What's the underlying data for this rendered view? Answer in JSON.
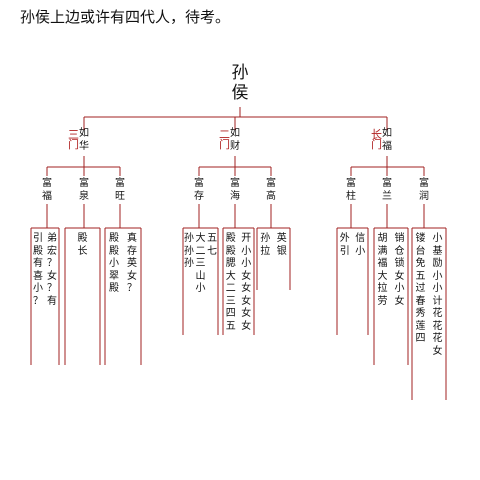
{
  "note": "孙侯上边或许有四代人，待考。",
  "root": [
    "孙",
    "侯"
  ],
  "branches": [
    {
      "mark": [
        "三",
        "门"
      ],
      "name": [
        "如",
        "华"
      ],
      "children": [
        {
          "name": [
            "富",
            "福"
          ],
          "cols": [
            [
              "引",
              "殿",
              "有",
              "喜",
              "小",
              "？"
            ],
            [
              "弟",
              "宏",
              "？",
              "女",
              "？",
              "有"
            ]
          ]
        },
        {
          "name": [
            "富",
            "泉"
          ],
          "cols": [
            [
              "殿",
              "长"
            ]
          ]
        },
        {
          "name": [
            "富",
            "旺"
          ],
          "cols": [
            [
              "殿",
              "殿",
              "小",
              "翠",
              "殿"
            ],
            [
              "真",
              "存",
              "英",
              "女",
              "？"
            ]
          ]
        }
      ]
    },
    {
      "mark": [
        "二",
        "门"
      ],
      "name": [
        "如",
        "财"
      ],
      "children": [
        {
          "name": [
            "富",
            "存"
          ],
          "cols": [
            [
              "孙",
              "孙",
              "孙"
            ],
            [
              "大",
              "二",
              "三",
              "山",
              "小"
            ],
            [
              "五",
              "七"
            ]
          ]
        },
        {
          "name": [
            "富",
            "海"
          ],
          "cols": [
            [
              "殿",
              "殿",
              "腮",
              "大",
              "二",
              "三",
              "四",
              "五"
            ],
            [
              "开",
              "小",
              "小",
              "女",
              "女",
              "女",
              "女",
              "女"
            ]
          ]
        },
        {
          "name": [
            "富",
            "高"
          ],
          "cols": [
            [
              "孙",
              "拉"
            ],
            [
              "英",
              "银"
            ]
          ]
        }
      ]
    },
    {
      "mark": [
        "长",
        "门"
      ],
      "name": [
        "如",
        "福"
      ],
      "children": [
        {
          "name": [
            "富",
            "柱"
          ],
          "cols": [
            [
              "外",
              "引"
            ],
            [
              "信",
              "小"
            ]
          ]
        },
        {
          "name": [
            "富",
            "兰"
          ],
          "cols": [
            [
              "胡",
              "满",
              "福",
              "大",
              "拉",
              "劳"
            ],
            [
              "销",
              "仓",
              "锁",
              "女",
              "小",
              "女"
            ]
          ]
        },
        {
          "name": [
            "富",
            "润"
          ],
          "cols": [
            [
              "镂",
              "台",
              "免",
              "五",
              "过",
              "春",
              "秀",
              "莲",
              "四"
            ],
            [
              "小",
              "基",
              "励",
              "小",
              "小",
              "计",
              "花",
              "花",
              "花",
              "女"
            ]
          ]
        }
      ]
    }
  ]
}
